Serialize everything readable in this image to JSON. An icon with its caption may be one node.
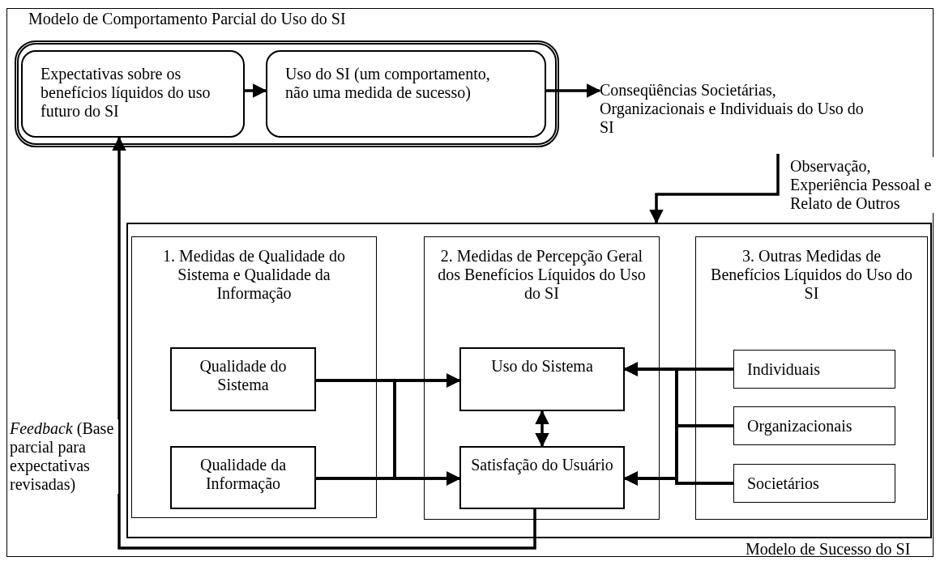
{
  "diagram": {
    "nodes": [
      {
        "text": [
          "Modelo de Comportamento Parcial do Uso do SI"
        ]
      },
      {
        "text": [
          "Expectativas sobre os benefícios líquidos do uso futuro do SI"
        ],
        "in": 0
      },
      {
        "text": [
          "Uso do SI (um comportamento, não uma medida de sucesso)"
        ],
        "in": 0
      },
      {
        "text": [
          "Conseqüências Societárias, Organizacionais e Individuais do Uso do SI"
        ]
      },
      {
        "text": [
          "Modelo de Sucesso do SI"
        ]
      },
      {
        "text": [
          "1. Medidas de Qualidade do Sistema e Qualidade da Informação"
        ],
        "in": 4
      },
      {
        "text": [
          "Qualidade do Sistema"
        ],
        "in": 5
      },
      {
        "text": [
          "Qualidade da Informação"
        ],
        "in": 5
      },
      {
        "text": [
          "2. Medidas de Percepção Geral dos Benefícios Líquidos do Uso do SI"
        ],
        "in": 4
      },
      {
        "text": [
          "Uso do Sistema"
        ],
        "in": 8
      },
      {
        "text": [
          "Satisfação do Usuário"
        ],
        "in": 8
      },
      {
        "text": [
          "3. Outras Medidas de Benefícios Líquidos do Uso do SI"
        ],
        "in": 4
      },
      {
        "text": [
          "Individuais"
        ],
        "in": 11
      },
      {
        "text": [
          "Organizacionais"
        ],
        "in": 11
      },
      {
        "text": [
          "Societários"
        ],
        "in": 11
      }
    ],
    "edges": [
      {
        "from": 1,
        "to": 2,
        "arrow": "to"
      },
      {
        "from": 2,
        "to": 3,
        "arrow": "to"
      },
      {
        "from": 3,
        "to": 4,
        "arrow": "to",
        "label": "Observação, Experiência Pessoal e Relato de Outros"
      },
      {
        "from": 6,
        "to": 9,
        "arrow": "to"
      },
      {
        "from": 6,
        "to": 10,
        "arrow": "to"
      },
      {
        "from": 7,
        "to": 9,
        "arrow": "to"
      },
      {
        "from": 7,
        "to": 10,
        "arrow": "to"
      },
      {
        "from": 12,
        "to": 9,
        "arrow": "to"
      },
      {
        "from": 12,
        "to": 10,
        "arrow": "to"
      },
      {
        "from": 13,
        "to": 9,
        "arrow": "to"
      },
      {
        "from": 13,
        "to": 10,
        "arrow": "to"
      },
      {
        "from": 14,
        "to": 9,
        "arrow": "to"
      },
      {
        "from": 14,
        "to": 10,
        "arrow": "to"
      },
      {
        "from": 9,
        "to": 10,
        "arrow": "both"
      },
      {
        "from": 10,
        "to": 1,
        "arrow": "to",
        "label": "*Feedback* (Base parcial para expectativas revisadas)"
      }
    ]
  }
}
